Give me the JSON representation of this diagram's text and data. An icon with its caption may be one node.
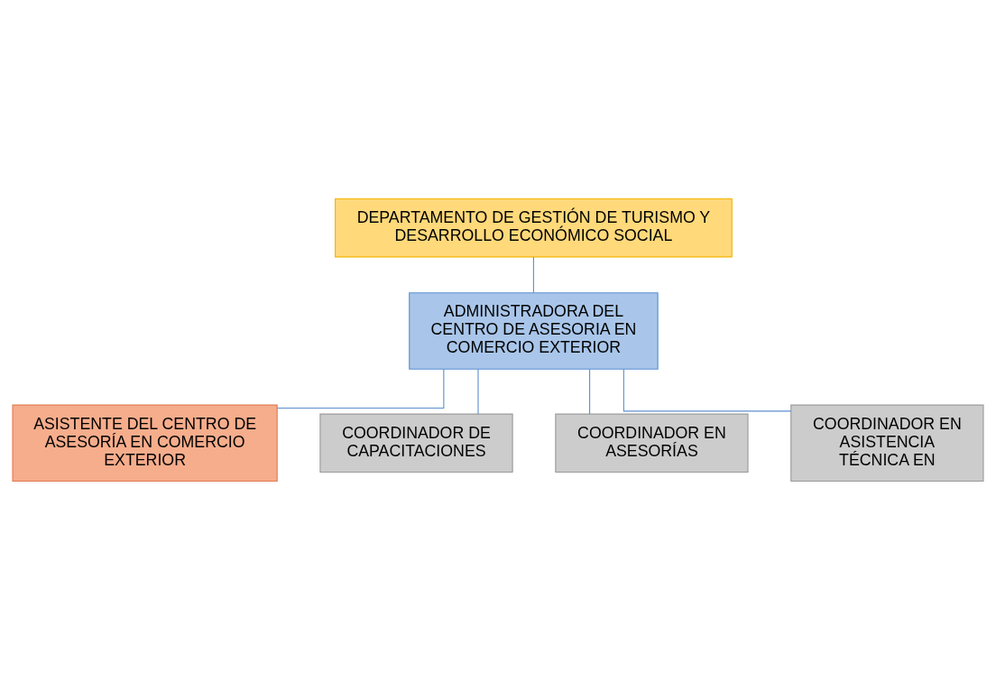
{
  "diagram": {
    "nodes": [
      {
        "text": [
          "DEPARTAMENTO DE GESTIÓN DE TURISMO Y DESARROLLO ECONÓMICO SOCIAL"
        ]
      },
      {
        "text": [
          "ADMINISTRADORA DEL CENTRO DE ASESORIA EN COMERCIO EXTERIOR"
        ]
      },
      {
        "text": [
          "ASISTENTE DEL CENTRO DE ASESORÍA EN COMERCIO EXTERIOR"
        ]
      },
      {
        "text": [
          "COORDINADOR DE CAPACITACIONES"
        ]
      },
      {
        "text": [
          "COORDINADOR EN ASESORÍAS"
        ]
      },
      {
        "text": [
          "COORDINADOR EN ASISTENCIA TÉCNICA EN"
        ]
      }
    ],
    "edges": [
      {
        "from": 0,
        "to": 1,
        "arrow": "none"
      },
      {
        "from": 1,
        "to": 2,
        "arrow": "none"
      },
      {
        "from": 1,
        "to": 3,
        "arrow": "none"
      },
      {
        "from": 1,
        "to": 4,
        "arrow": "none"
      },
      {
        "from": 1,
        "to": 5,
        "arrow": "none"
      }
    ]
  }
}
